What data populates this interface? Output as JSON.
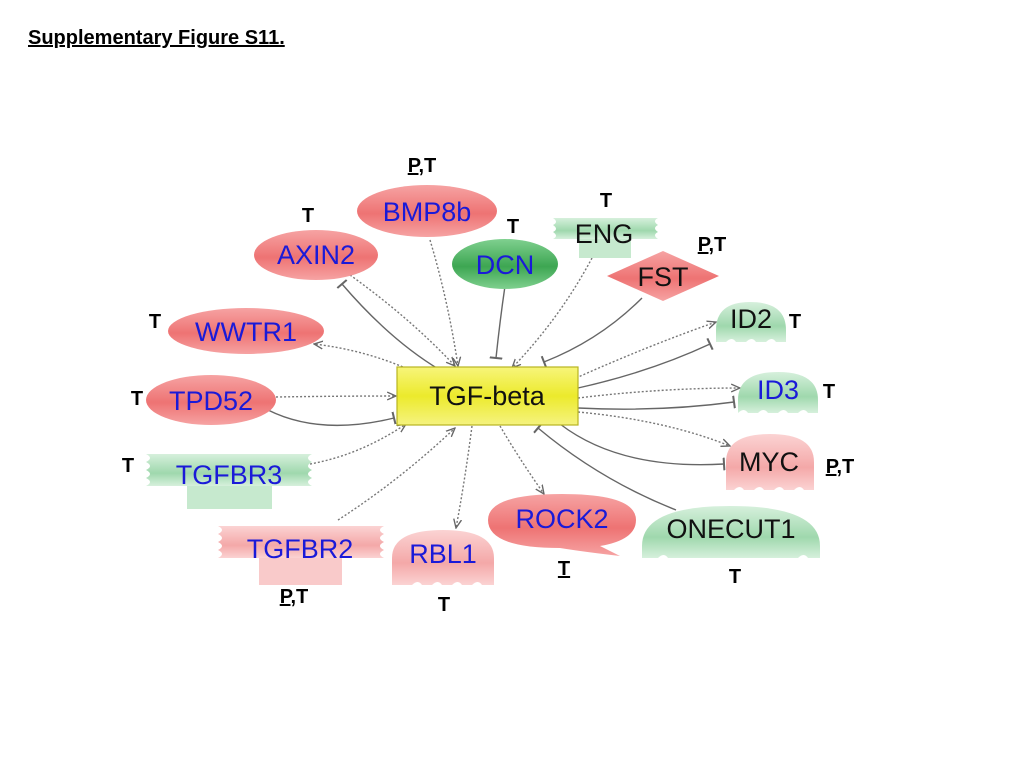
{
  "title": "Supplementary Figure S11.",
  "colors": {
    "red_fill": "#f08080",
    "red_light": "#f6b7b7",
    "green_fill": "#47b15a",
    "green_light": "#a9dcb5",
    "hub_fill": "#f0ee3a",
    "hub_border": "#b8b520",
    "label_blue": "#1a1ad8",
    "label_black": "#111111",
    "edge": "#666666"
  },
  "hub": {
    "label": "TGF-beta"
  },
  "nodes": {
    "bmp8b": {
      "label": "BMP8b",
      "annotation": {
        "p": "P",
        "sep": ",",
        "t": "T"
      }
    },
    "axin2": {
      "label": "AXIN2",
      "annotation": {
        "t": "T"
      }
    },
    "dcn": {
      "label": "DCN",
      "annotation": {
        "t": "T"
      }
    },
    "eng": {
      "label": "ENG",
      "annotation": {
        "t": "T"
      }
    },
    "fst": {
      "label": "FST",
      "annotation": {
        "p": "P",
        "sep": ",",
        "t": "T"
      }
    },
    "id2": {
      "label": "ID2",
      "annotation": {
        "t": "T"
      }
    },
    "wwtr1": {
      "label": "WWTR1",
      "annotation": {
        "t": "T"
      }
    },
    "id3": {
      "label": "ID3",
      "annotation": {
        "t": "T"
      }
    },
    "tpd52": {
      "label": "TPD52",
      "annotation": {
        "t": "T"
      }
    },
    "myc": {
      "label": "MYC",
      "annotation": {
        "p": "P",
        "sep": ",",
        "t": "T"
      }
    },
    "tgfbr3": {
      "label": "TGFBR3",
      "annotation": {
        "t": "T"
      }
    },
    "onecut1": {
      "label": "ONECUT1",
      "annotation": {
        "t": "T"
      }
    },
    "rock2": {
      "label": "ROCK2",
      "annotation": {
        "t": "T"
      }
    },
    "tgfbr2": {
      "label": "TGFBR2",
      "annotation": {
        "p": "P",
        "sep": ",",
        "t": "T"
      }
    },
    "rbl1": {
      "label": "RBL1",
      "annotation": {
        "t": "T"
      }
    }
  }
}
